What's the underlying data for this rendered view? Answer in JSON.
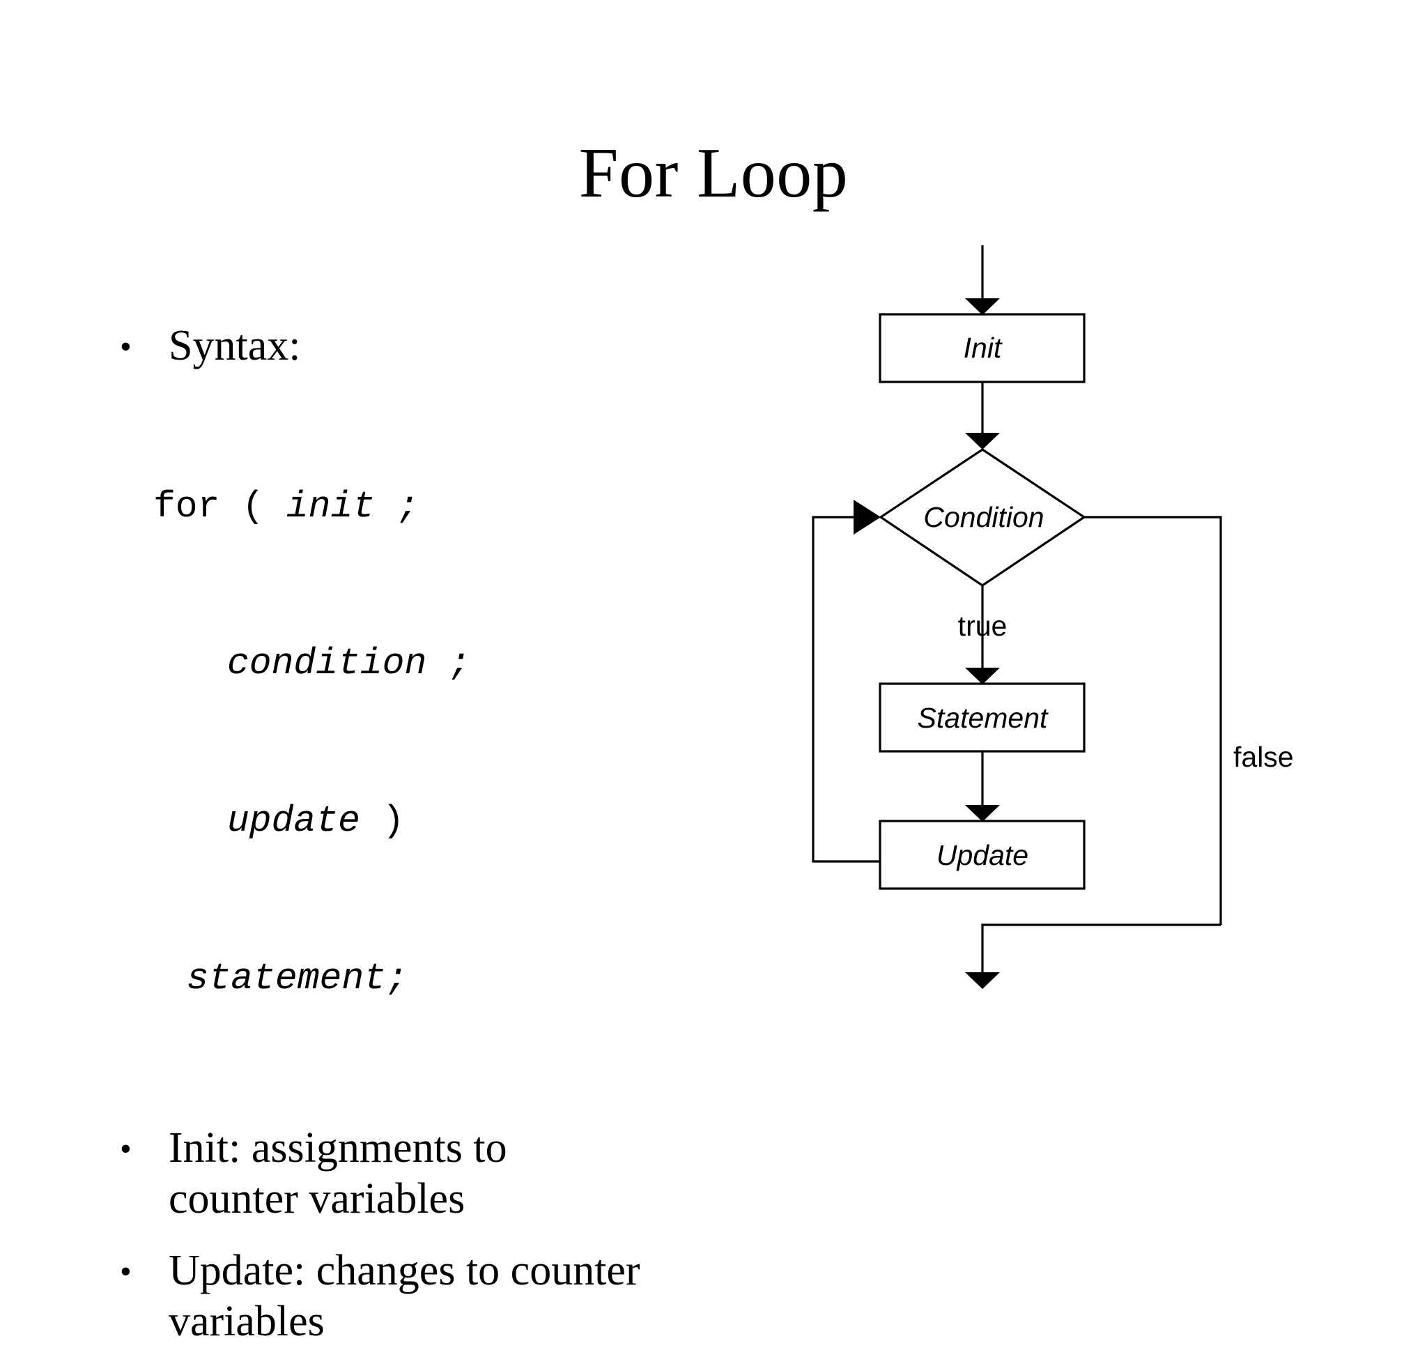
{
  "slide": {
    "title": "For Loop"
  },
  "bullets": [
    {
      "marker": "•",
      "text": "Syntax:"
    },
    {
      "marker": "•",
      "text": "Init: assignments to counter variables"
    },
    {
      "marker": "•",
      "text": "Update: changes to counter variables"
    }
  ],
  "code": {
    "line1_keyword": "for ( ",
    "line1_italic": "init ;",
    "line2_italic": "condition ;",
    "line3_italic": "update ",
    "line3_keyword": ")",
    "line4_italic": "statement;"
  },
  "flowchart": {
    "nodes": [
      {
        "id": "init",
        "label": "Init",
        "shape": "rect"
      },
      {
        "id": "condition",
        "label": "Condition",
        "shape": "diamond"
      },
      {
        "id": "statement",
        "label": "Statement",
        "shape": "rect"
      },
      {
        "id": "update",
        "label": "Update",
        "shape": "rect"
      }
    ],
    "edge_labels": {
      "true": "true",
      "false": "false"
    }
  },
  "colors": {
    "background": "#ffffff",
    "ink": "#000000",
    "shape_fill": "#ffffff",
    "shape_stroke": "#000000"
  }
}
